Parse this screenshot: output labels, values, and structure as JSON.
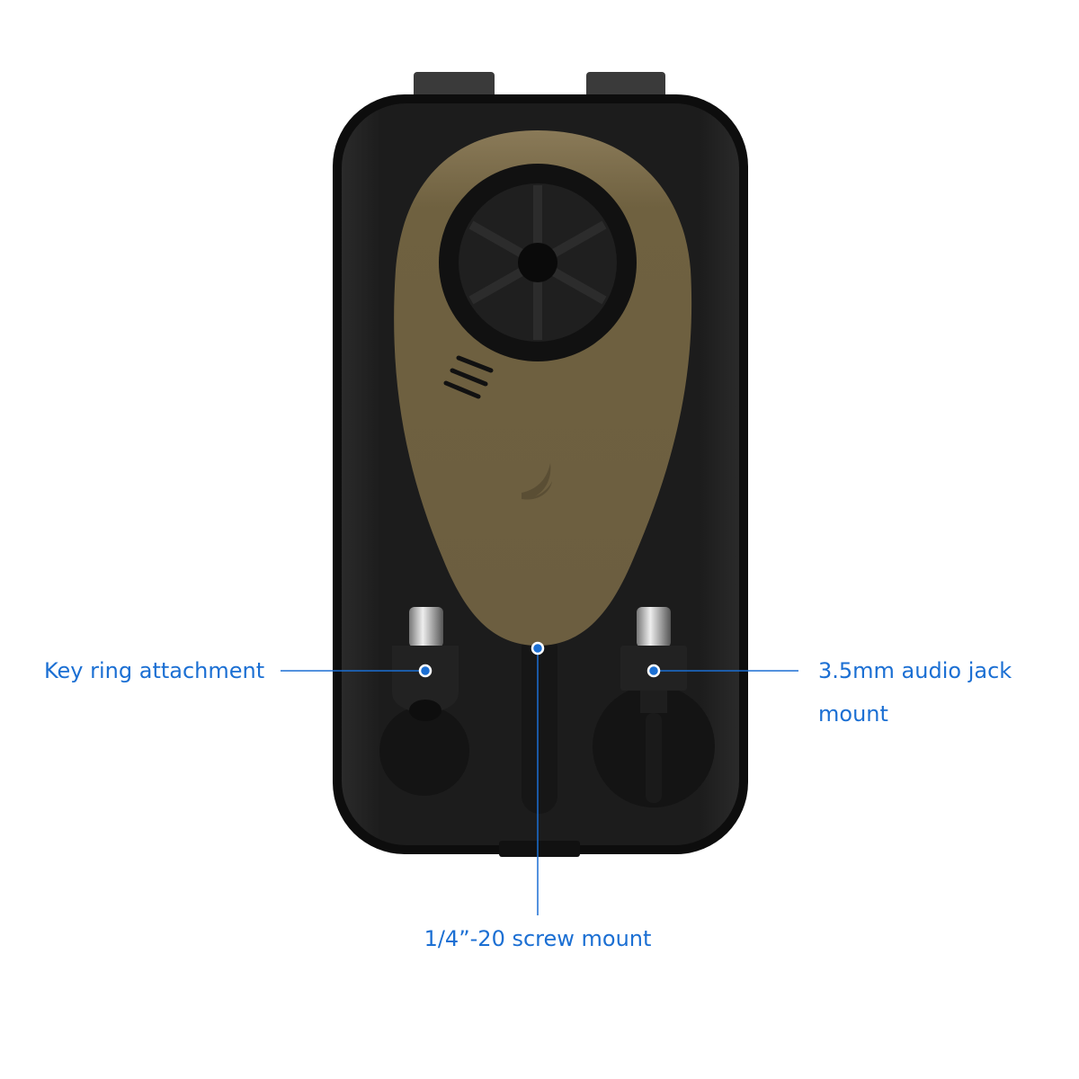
{
  "callouts": {
    "key_ring": "Key ring attachment",
    "audio_jack_line1": "3.5mm audio jack",
    "audio_jack_line2": "mount",
    "screw_mount": "1/4”-20 screw mount"
  },
  "colors": {
    "callout_blue": "#1b6fd3",
    "case_black": "#1a1a1a",
    "device_tan": "#706040"
  }
}
